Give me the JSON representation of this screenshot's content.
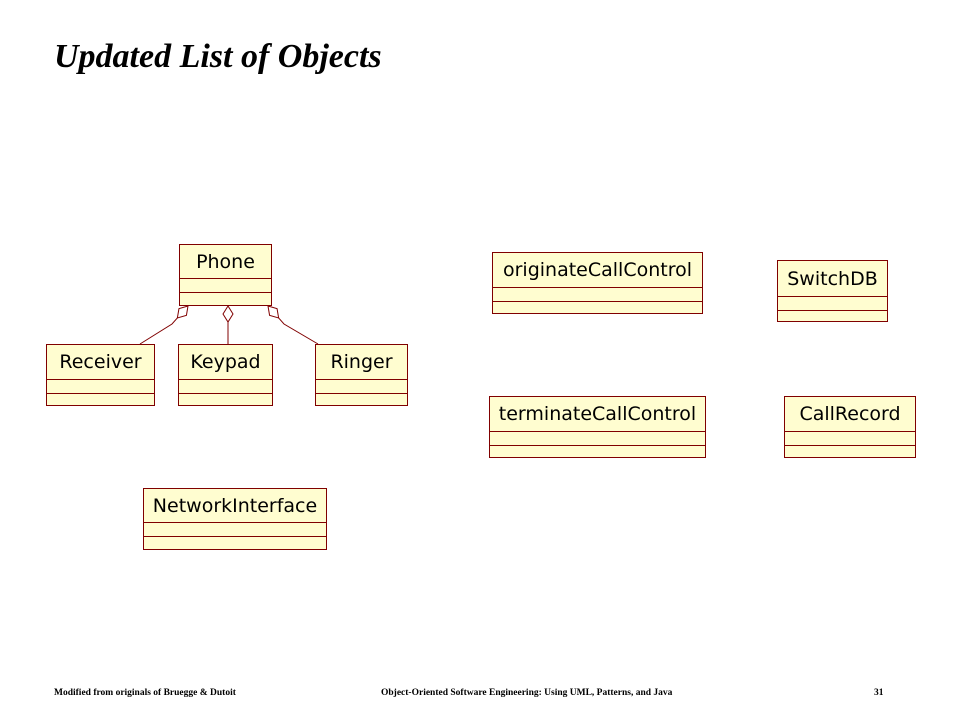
{
  "slide": {
    "title": "Updated List of Objects"
  },
  "footer": {
    "left": "Modified from originals of Bruegge & Dutoit",
    "center": "Object-Oriented Software Engineering: Using UML, Patterns, and Java",
    "page_number": "31"
  },
  "colors": {
    "class_fill": "#fffdd0",
    "class_border": "#800000",
    "link": "#800000"
  },
  "diagram": {
    "classes": [
      {
        "id": "phone",
        "name": "Phone"
      },
      {
        "id": "receiver",
        "name": "Receiver"
      },
      {
        "id": "keypad",
        "name": "Keypad"
      },
      {
        "id": "ringer",
        "name": "Ringer"
      },
      {
        "id": "network-interface",
        "name": "NetworkInterface"
      },
      {
        "id": "originate-call-control",
        "name": "originateCallControl"
      },
      {
        "id": "terminate-call-control",
        "name": "terminateCallControl"
      },
      {
        "id": "switch-db",
        "name": "SwitchDB"
      },
      {
        "id": "call-record",
        "name": "CallRecord"
      }
    ],
    "relations": [
      {
        "type": "aggregation",
        "whole": "phone",
        "part": "receiver"
      },
      {
        "type": "aggregation",
        "whole": "phone",
        "part": "keypad"
      },
      {
        "type": "aggregation",
        "whole": "phone",
        "part": "ringer"
      }
    ]
  }
}
